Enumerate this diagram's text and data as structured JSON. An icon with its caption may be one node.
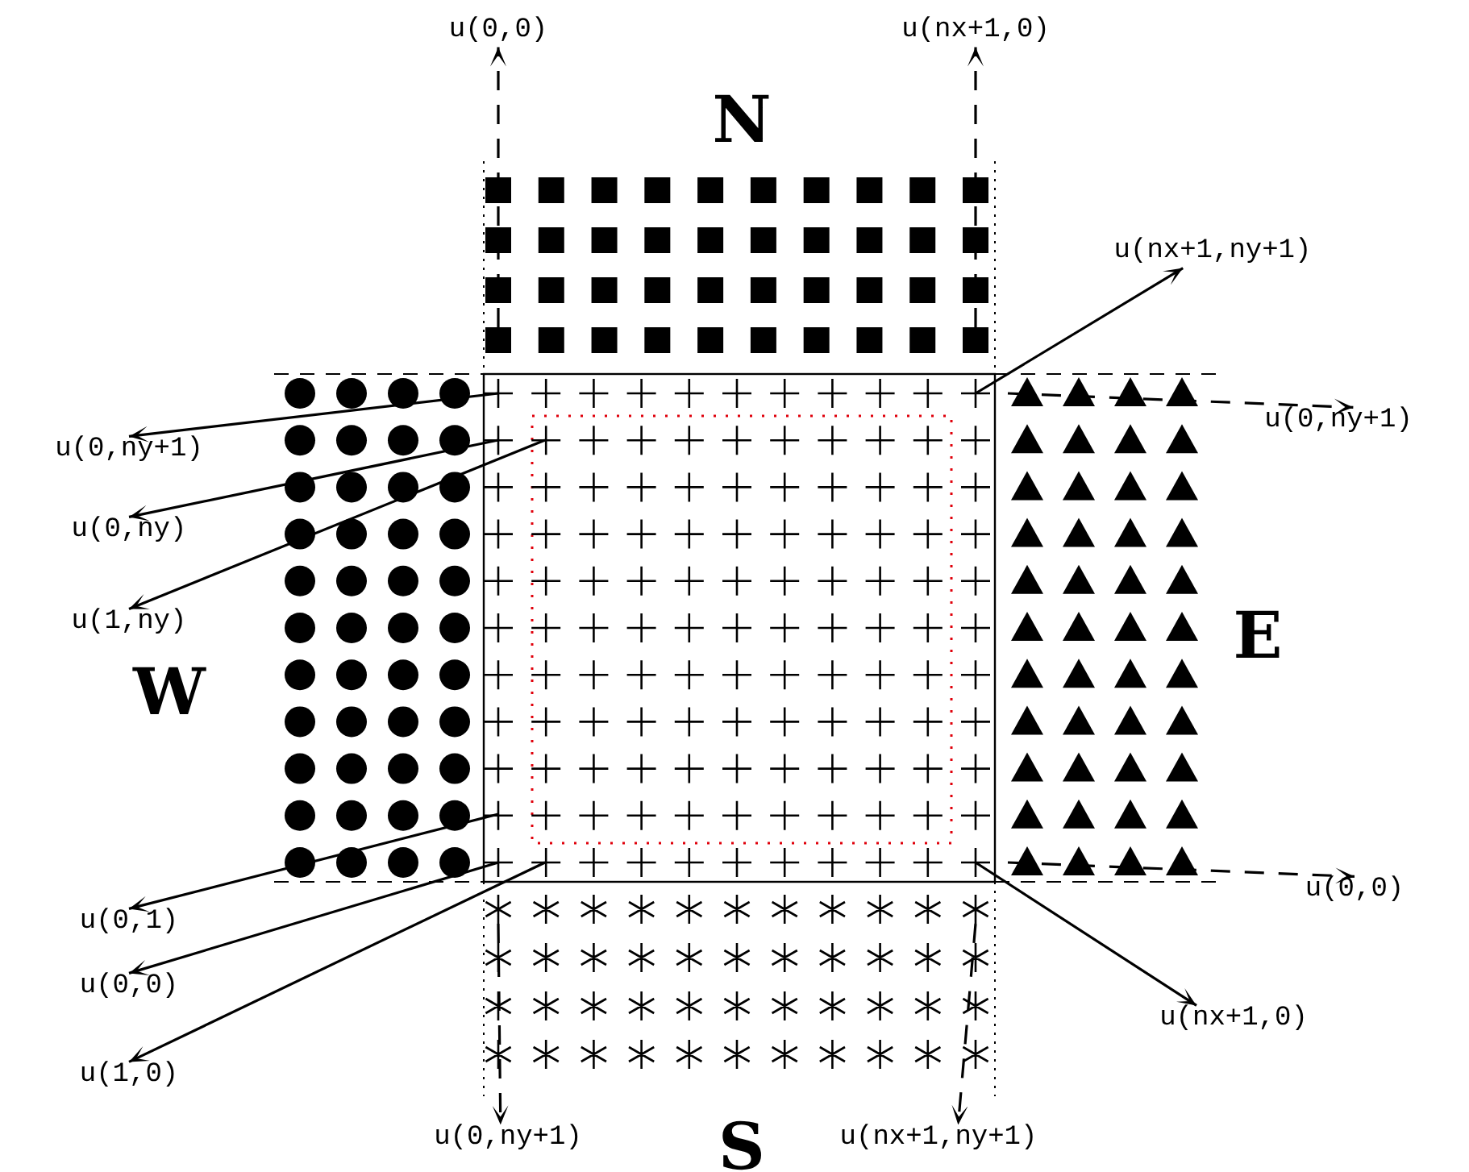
{
  "diagram": {
    "nodes": [
      {
        "text": [
          "u(0,0)"
        ]
      },
      {
        "text": [
          "u(nx+1,0)"
        ]
      },
      {
        "text": [
          "u(nx+1,ny+1)"
        ]
      },
      {
        "text": [
          "u(0,ny+1)"
        ]
      },
      {
        "text": [
          "u(0,ny)"
        ]
      },
      {
        "text": [
          "u(0,ny+1)"
        ]
      },
      {
        "text": [
          "u(1,ny)"
        ]
      },
      {
        "text": [
          "u(0,1)"
        ]
      },
      {
        "text": [
          "u(0,0)"
        ]
      },
      {
        "text": [
          "u(0,0)"
        ]
      },
      {
        "text": [
          "u(nx+1,0)"
        ]
      },
      {
        "text": [
          "u(1,0)"
        ]
      },
      {
        "text": [
          "u(0,ny+1)"
        ]
      },
      {
        "text": [
          "u(nx+1,ny+1)"
        ]
      },
      {
        "text": [],
        "shape": "box"
      },
      {
        "text": [],
        "shape": "box"
      },
      {
        "text": [],
        "shape": "star"
      },
      {
        "text": [],
        "shape": "star"
      }
    ],
    "edges": [
      {
        "from": 14,
        "to": 0,
        "arrow": "to",
        "style": "dashed"
      },
      {
        "from": 15,
        "to": 1,
        "arrow": "to",
        "style": "dashed"
      },
      {
        "from": null,
        "to": 2,
        "arrow": "to"
      },
      {
        "from": null,
        "to": 3,
        "arrow": "to"
      },
      {
        "from": null,
        "to": 4,
        "arrow": "to"
      },
      {
        "from": null,
        "to": 6,
        "arrow": "to"
      },
      {
        "from": null,
        "to": 7,
        "arrow": "to"
      },
      {
        "from": null,
        "to": 9,
        "arrow": "to"
      },
      {
        "from": null,
        "to": 11,
        "arrow": "to"
      },
      {
        "from": null,
        "to": 5,
        "arrow": "to",
        "style": "dashed"
      },
      {
        "from": null,
        "to": 8,
        "arrow": "to",
        "style": "dashed"
      },
      {
        "from": null,
        "to": 10,
        "arrow": "to"
      },
      {
        "from": 16,
        "to": 12,
        "arrow": "to",
        "style": "dashed"
      },
      {
        "from": 17,
        "to": 13,
        "arrow": "to",
        "style": "dashed"
      }
    ],
    "labels": [
      "N",
      "E",
      "W",
      "S"
    ]
  }
}
